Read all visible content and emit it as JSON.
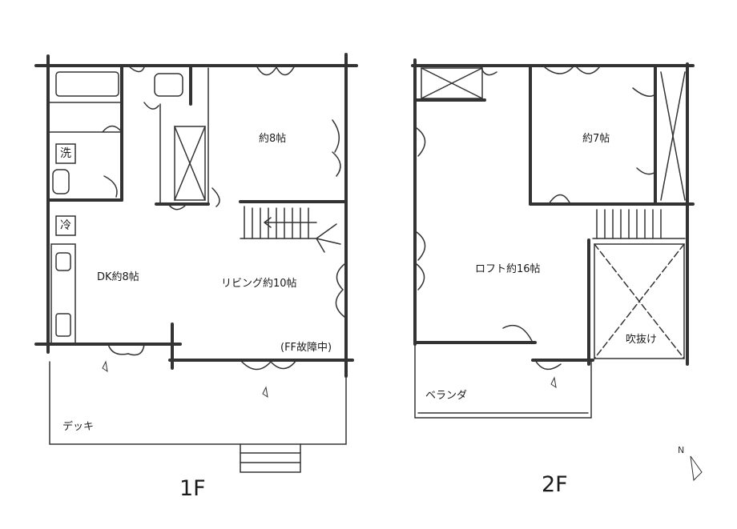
{
  "floors": {
    "first": {
      "title": "1F",
      "rooms": {
        "bedroom": "約8帖",
        "dk": "DK約8帖",
        "living": "リビング約10帖",
        "note": "(FF故障中)",
        "deck": "デッキ",
        "washer": "洗",
        "fridge": "冷"
      }
    },
    "second": {
      "title": "2F",
      "rooms": {
        "bedroom": "約7帖",
        "loft": "ロフト約16帖",
        "void": "吹抜け",
        "veranda": "ベランダ"
      }
    }
  },
  "compass": {
    "label": "N"
  },
  "colors": {
    "ink": "#1a1a1a",
    "wall": "#333333"
  }
}
